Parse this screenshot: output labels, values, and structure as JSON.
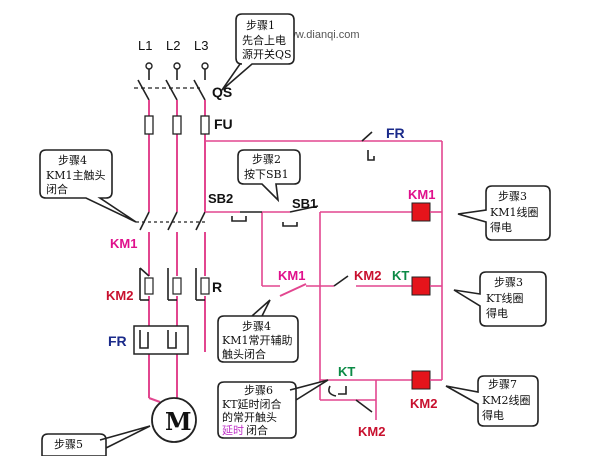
{
  "watermark": "www.dianqi.com",
  "phases": [
    "L1",
    "L2",
    "L3"
  ],
  "labels": {
    "qs": "QS",
    "fu": "FU",
    "fr_top": "FR",
    "sb2": "SB2",
    "sb1": "SB1",
    "km1_coil": "KM1",
    "kt_coil": "KT",
    "km2_coil": "KM2",
    "km1_aux": "KM1",
    "km2_nc": "KM2",
    "kt_contact": "KT",
    "km2_bottom": "KM2",
    "km1_main": "KM1",
    "km2_main": "KM2",
    "r": "R",
    "fr_left": "FR",
    "motor": "M"
  },
  "callouts": {
    "step1": {
      "title": "步骤1",
      "lines": [
        "先合上电",
        "源开关QS"
      ]
    },
    "step2": {
      "title": "步骤2",
      "lines": [
        "按下SB1"
      ]
    },
    "step4a": {
      "title": "步骤4",
      "lines": [
        "KM1主触头",
        "闭合"
      ]
    },
    "step3a": {
      "title": "步骤3",
      "lines": [
        "KM1线圈",
        "得电"
      ]
    },
    "step3b": {
      "title": "步骤3",
      "lines": [
        "KT线圈",
        "得电"
      ]
    },
    "step4b": {
      "title": "步骤4",
      "lines": [
        "KM1常开辅助",
        "触头闭合"
      ]
    },
    "step6": {
      "title": "步骤6",
      "lines": [
        "KT延时闭合",
        "的常开触头"
      ],
      "highlight": "延时",
      "tail": "闭合"
    },
    "step7": {
      "title": "步骤7",
      "lines": [
        "KM2线圈",
        "得电"
      ]
    },
    "step5": {
      "title": "步骤5"
    }
  },
  "colors": {
    "wire": "#e2468f",
    "coil": "#e5141b",
    "label_blue": "#1a2a8a",
    "label_red": "#c8102e",
    "label_magenta": "#e0108c",
    "label_green": "#0b8a45"
  }
}
